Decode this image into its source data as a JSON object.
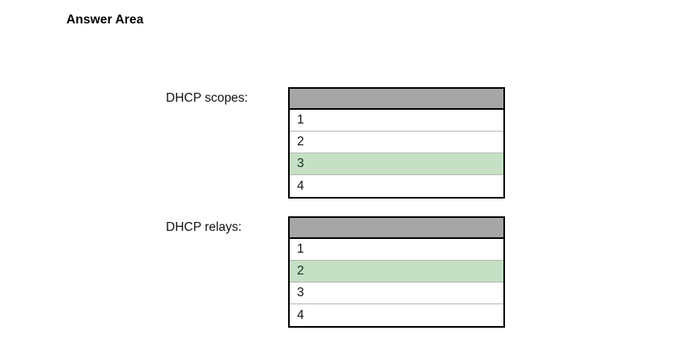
{
  "page": {
    "title": "Answer Area",
    "background_color": "#ffffff"
  },
  "colors": {
    "header_gray": "#a6a6a6",
    "selected_green": "#c5e0c5",
    "border_black": "#000000",
    "row_divider_gray": "#b4b4b4",
    "text_black": "#111111"
  },
  "groups": [
    {
      "label": "DHCP scopes:",
      "header_text": "",
      "options": [
        {
          "label": "1",
          "selected": false
        },
        {
          "label": "2",
          "selected": false
        },
        {
          "label": "3",
          "selected": true
        },
        {
          "label": "4",
          "selected": false
        }
      ]
    },
    {
      "label": "DHCP relays:",
      "header_text": "",
      "options": [
        {
          "label": "1",
          "selected": false
        },
        {
          "label": "2",
          "selected": true
        },
        {
          "label": "3",
          "selected": false
        },
        {
          "label": "4",
          "selected": false
        }
      ]
    }
  ]
}
